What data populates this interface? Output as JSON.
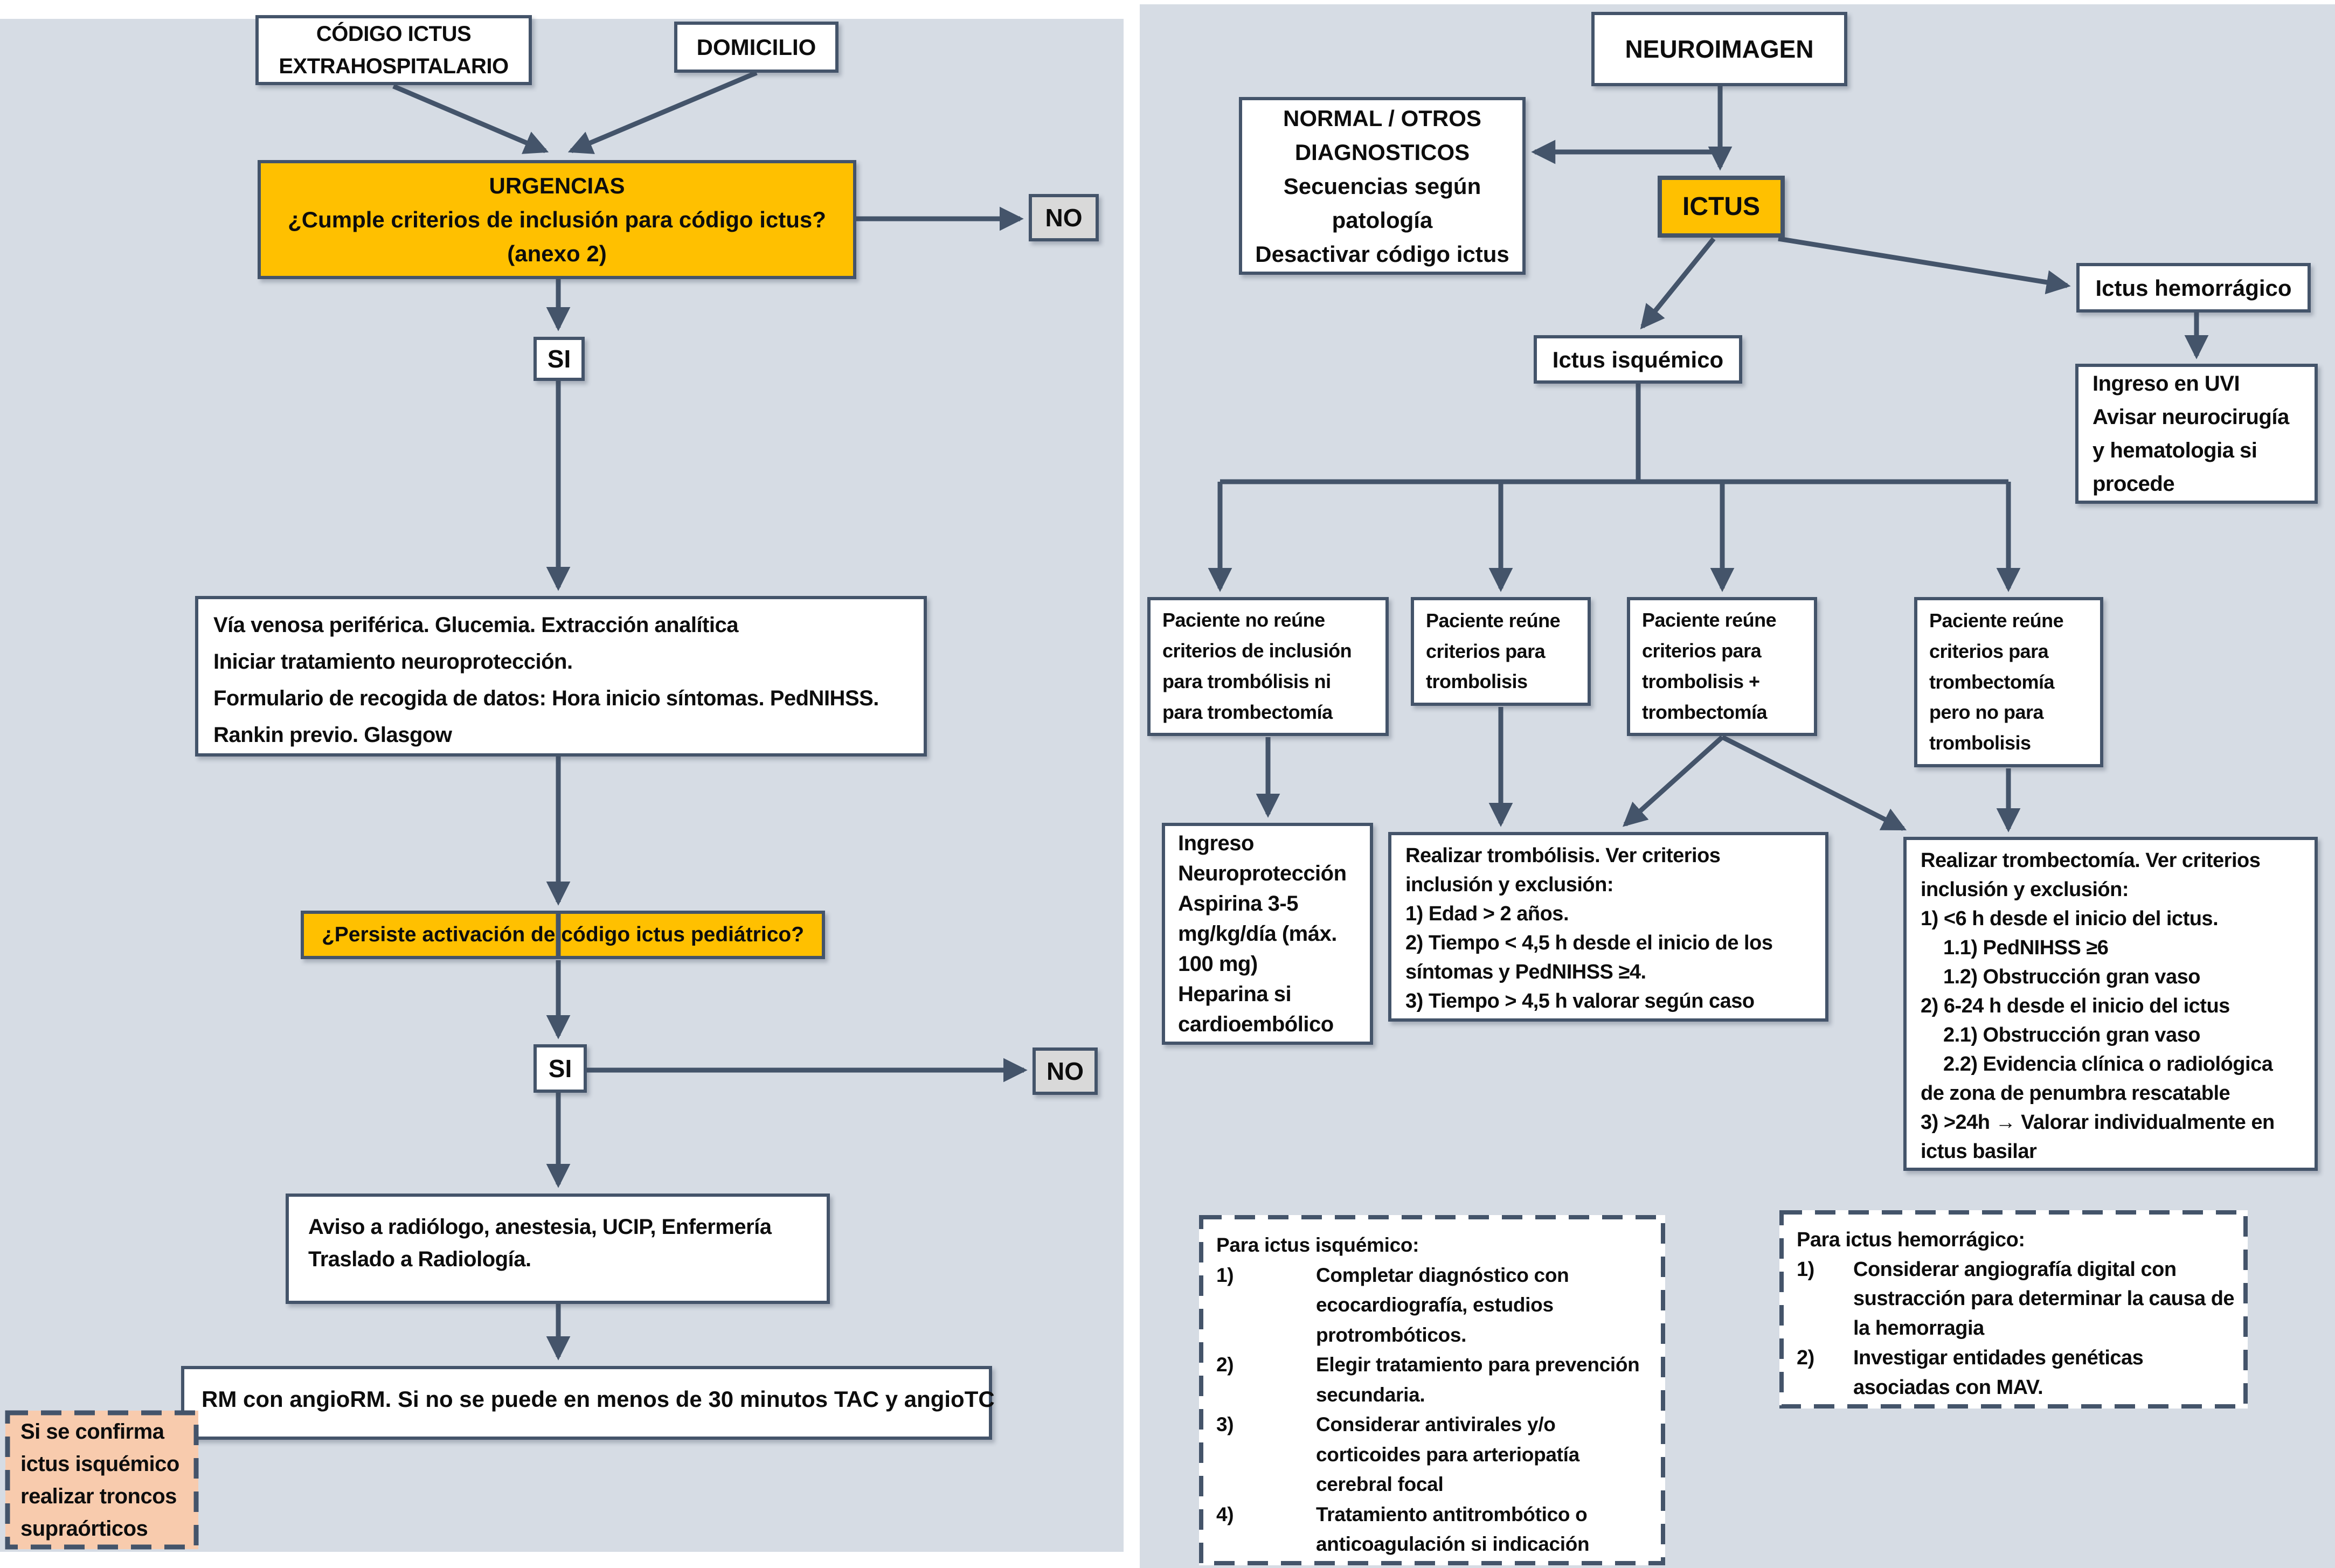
{
  "colors": {
    "panel_bg": "#D6DCE4",
    "line": "#44546A",
    "orange": "#FFC000",
    "gray": "#D9D9D9",
    "pink": "#F8CBAD",
    "text": "#0D0D0D"
  },
  "left": {
    "codigo": {
      "lines": [
        "CÓDIGO ICTUS",
        "EXTRAHOSPITALARIO"
      ]
    },
    "domicilio": "DOMICILIO",
    "urgencias": {
      "lines": [
        "URGENCIAS",
        "¿Cumple criterios de inclusión para código ictus?",
        "(anexo 2)"
      ]
    },
    "no1": "NO",
    "si1": "SI",
    "info1": {
      "lines": [
        "Vía venosa periférica. Glucemia. Extracción analítica",
        "Iniciar tratamiento neuroprotección.",
        "Formulario de recogida de datos: Hora inicio síntomas. PedNIHSS.",
        "Rankin previo. Glasgow"
      ]
    },
    "persiste": "¿Persiste activación de código ictus pediátrico?",
    "si2": "SI",
    "no2": "NO",
    "aviso": {
      "lines": [
        "Aviso a radiólogo, anestesia, UCIP, Enfermería",
        "Traslado a Radiología."
      ]
    },
    "rm": "RM con angioRM. Si no se puede en menos de 30 minutos TAC y angioTC",
    "confirma": {
      "lines": [
        "Si se confirma",
        "ictus isquémico",
        "realizar troncos",
        "supraórticos"
      ]
    }
  },
  "right": {
    "neuroimagen": "NEUROIMAGEN",
    "normal": {
      "lines": [
        "NORMAL / OTROS",
        "DIAGNOSTICOS",
        "Secuencias según",
        "patología",
        "Desactivar código ictus"
      ]
    },
    "ictus": "ICTUS",
    "isquemico": "Ictus isquémico",
    "hemorragico": "Ictus hemorrágico",
    "uvi": {
      "lines": [
        "Ingreso en UVI",
        "Avisar neurocirugía",
        "y hematologia si",
        "procede"
      ]
    },
    "pac1": {
      "lines": [
        "Paciente no reúne",
        "criterios de inclusión",
        "para trombólisis ni",
        "para trombectomía"
      ]
    },
    "pac2": {
      "lines": [
        "Paciente reúne",
        "criterios para",
        "trombolisis"
      ]
    },
    "pac3": {
      "lines": [
        "Paciente reúne",
        "criterios para",
        "trombolisis +",
        "trombectomía"
      ]
    },
    "pac4": {
      "lines": [
        "Paciente reúne",
        "criterios para",
        "trombectomía",
        "pero no para",
        "trombolisis"
      ]
    },
    "ingreso": {
      "lines": [
        "Ingreso",
        "Neuroprotección",
        "Aspirina 3-5",
        "mg/kg/día (máx.",
        "100 mg)",
        "Heparina si",
        "cardioembólico"
      ]
    },
    "trombolisis": {
      "lines": [
        "Realizar trombólisis. Ver criterios",
        "inclusión y exclusión:",
        "1) Edad > 2 años.",
        "2) Tiempo < 4,5 h desde el inicio de los",
        "síntomas y PedNIHSS ≥4.",
        "3) Tiempo > 4,5 h valorar según caso"
      ]
    },
    "trombectomia": {
      "lines": [
        "Realizar trombectomía. Ver criterios",
        "inclusión y exclusión:",
        "1) <6 h desde el inicio del ictus.",
        "1.1) PedNIHSS ≥6",
        "1.2) Obstrucción gran vaso",
        "2) 6-24 h desde el inicio del ictus",
        "2.1) Obstrucción gran vaso",
        "2.2) Evidencia clínica o radiológica",
        "de zona de penumbra rescatable",
        "3) >24h → Valorar individualmente en",
        "ictus basilar"
      ]
    },
    "dash_isq": {
      "title": "Para ictus isquémico:",
      "items": [
        {
          "num": "1)",
          "text": "Completar diagnóstico con ecocardiografía, estudios protrombóticos."
        },
        {
          "num": "2)",
          "text": "Elegir tratamiento para prevención secundaria."
        },
        {
          "num": "3)",
          "text": "Considerar antivirales  y/o corticoides para arteriopatía cerebral focal"
        },
        {
          "num": "4)",
          "text": "Tratamiento antitrombótico o anticoagulación si indicación"
        }
      ]
    },
    "dash_hem": {
      "title": "Para ictus hemorrágico:",
      "items": [
        {
          "num": "1)",
          "text": "Considerar angiografía digital con sustracción para determinar la causa de la hemorragia"
        },
        {
          "num": "2)",
          "text": "Investigar entidades genéticas asociadas con MAV."
        }
      ]
    }
  }
}
